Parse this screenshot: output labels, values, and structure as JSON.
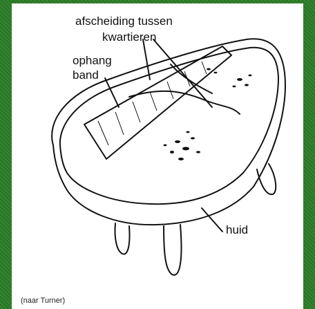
{
  "labels": {
    "separation_line1": "afscheiding tussen",
    "separation_line2": "kwartieren",
    "suspension_line1": "ophang",
    "suspension_line2": "band",
    "skin": "huid"
  },
  "credit": "(naar Turner)",
  "colors": {
    "background": "#2f7a2c",
    "panel": "#ffffff",
    "ink": "#111111"
  }
}
